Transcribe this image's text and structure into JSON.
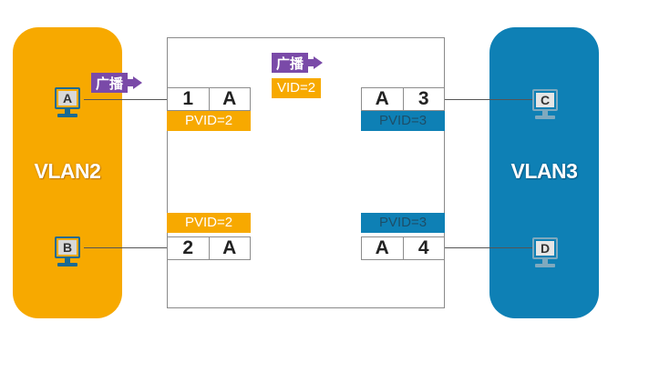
{
  "zones": {
    "vlan2": {
      "label": "VLAN2",
      "color": "#f7a900"
    },
    "vlan3": {
      "label": "VLAN3",
      "color": "#0e80b5"
    }
  },
  "computers": {
    "a": {
      "label": "A"
    },
    "b": {
      "label": "B"
    },
    "c": {
      "label": "C"
    },
    "d": {
      "label": "D"
    }
  },
  "ports": {
    "p1": {
      "number": "1",
      "mode": "A",
      "pvid": "PVID=2"
    },
    "p2": {
      "number": "2",
      "mode": "A",
      "pvid": "PVID=2"
    },
    "p3": {
      "number": "3",
      "mode": "A",
      "pvid": "PVID=3"
    },
    "p4": {
      "number": "4",
      "mode": "A",
      "pvid": "PVID=3"
    }
  },
  "broadcast": {
    "ingress_label": "广播",
    "internal_label": "广播",
    "vid_tag": "VID=2",
    "color": "#7a4aa8"
  }
}
